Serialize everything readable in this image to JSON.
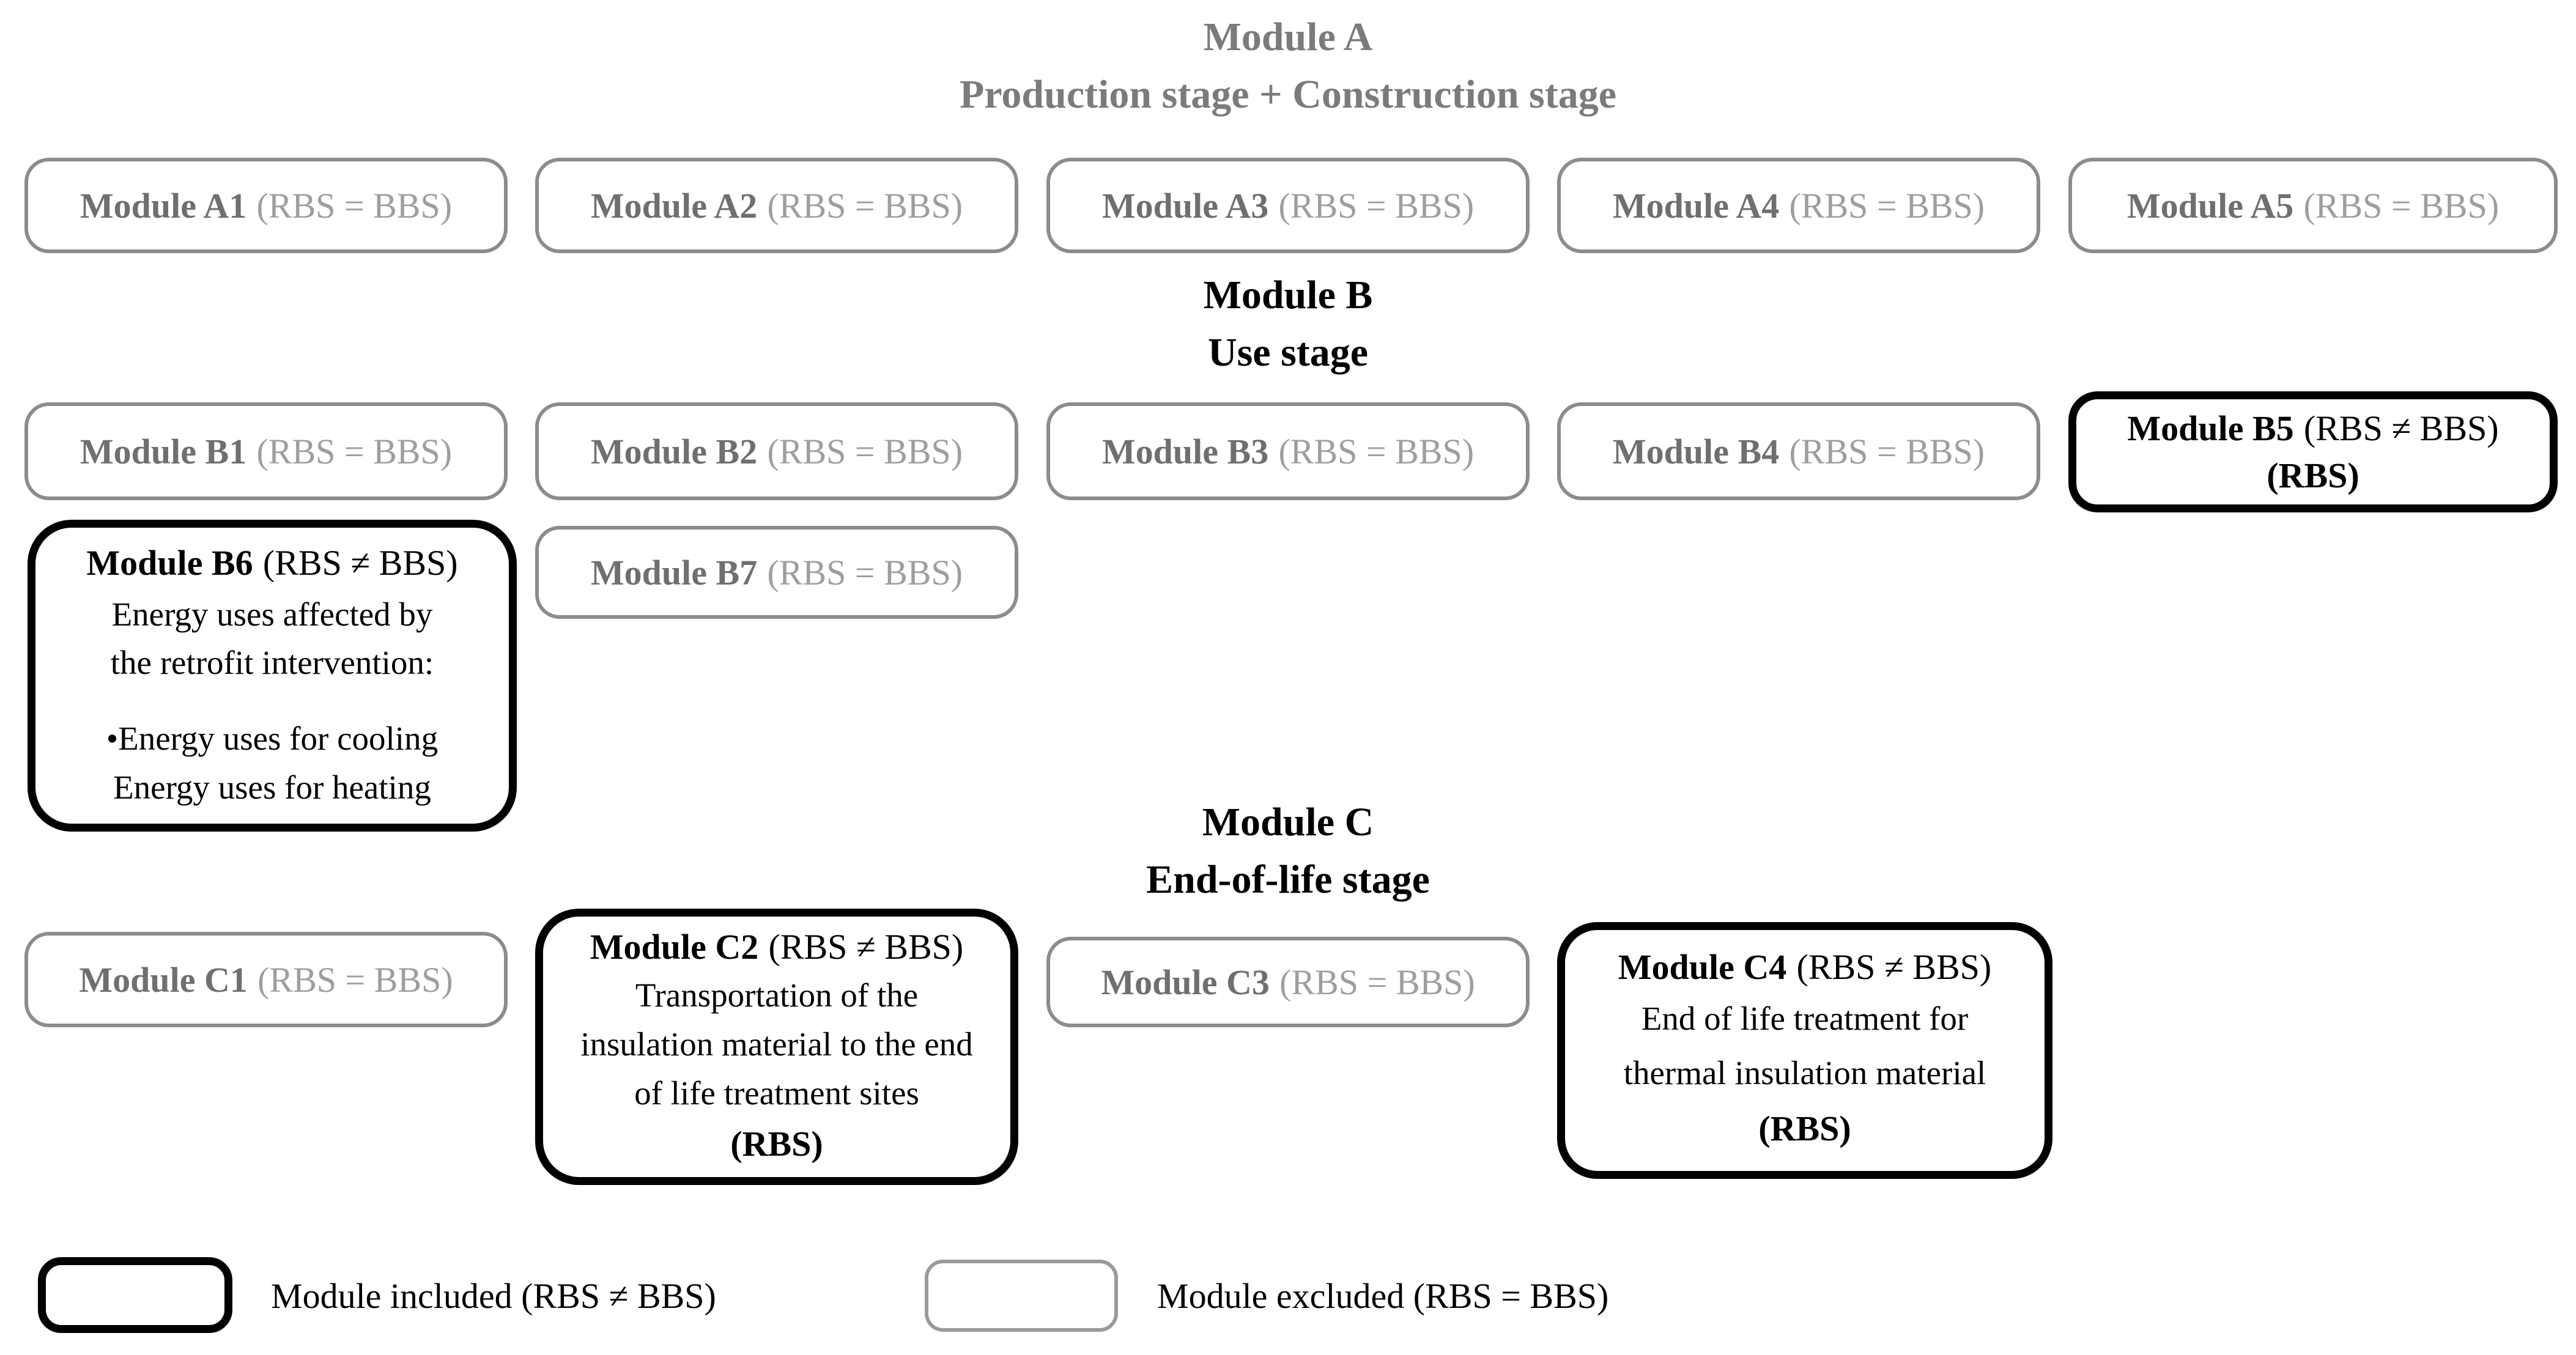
{
  "colors": {
    "included_border": "#000000",
    "excluded_border": "#8c8c8c",
    "gray_title": "#7b7b7b",
    "gray_name_text": "#6f6f6f",
    "gray_suffix_text": "#9e9e9e",
    "black_text": "#000000"
  },
  "section_a": {
    "title1": "Module A",
    "title2": "Production stage + Construction stage",
    "boxes": [
      {
        "name": "Module A1",
        "suffix": "(RBS = BBS)"
      },
      {
        "name": "Module A2",
        "suffix": "(RBS = BBS)"
      },
      {
        "name": "Module A3",
        "suffix": "(RBS = BBS)"
      },
      {
        "name": "Module A4",
        "suffix": "(RBS = BBS)"
      },
      {
        "name": "Module A5",
        "suffix": "(RBS = BBS)"
      }
    ]
  },
  "section_b": {
    "title1": "Module B",
    "title2": "Use stage",
    "boxes": [
      {
        "name": "Module B1",
        "suffix": "(RBS = BBS)"
      },
      {
        "name": "Module B2",
        "suffix": "(RBS = BBS)"
      },
      {
        "name": "Module B3",
        "suffix": "(RBS = BBS)"
      },
      {
        "name": "Module B4",
        "suffix": "(RBS = BBS)"
      }
    ],
    "b5": {
      "name": "Module B5",
      "suffix": "(RBS ≠ BBS)",
      "tag": "(RBS)"
    },
    "b6": {
      "name": "Module B6",
      "suffix": "(RBS ≠ BBS)",
      "desc": "Energy uses affected by the retrofit intervention:",
      "bullet1": "•Energy uses for cooling",
      "bullet2": "Energy uses for heating"
    },
    "b7": {
      "name": "Module B7",
      "suffix": "(RBS = BBS)"
    }
  },
  "section_c": {
    "title1": "Module C",
    "title2": "End-of-life stage",
    "c1": {
      "name": "Module C1",
      "suffix": "(RBS = BBS)"
    },
    "c2": {
      "name": "Module C2",
      "suffix": "(RBS ≠ BBS)",
      "desc": "Transportation of the insulation material to the end of life treatment sites",
      "tag": "(RBS)"
    },
    "c3": {
      "name": "Module C3",
      "suffix": "(RBS = BBS)"
    },
    "c4": {
      "name": "Module C4",
      "suffix": "(RBS ≠ BBS)",
      "desc": "End of life treatment for thermal insulation material",
      "tag": "(RBS)"
    }
  },
  "legend": {
    "included_label": "Module included (RBS ≠ BBS)",
    "excluded_label": "Module excluded (RBS = BBS)"
  }
}
